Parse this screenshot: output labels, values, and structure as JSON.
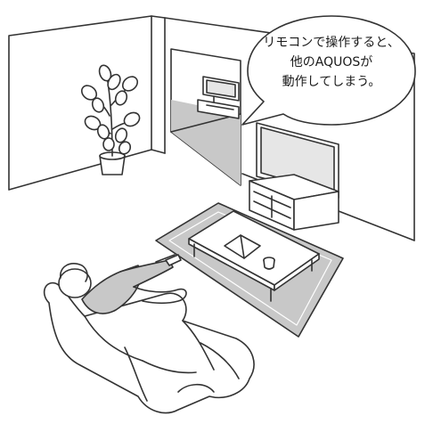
{
  "speech_bubble": {
    "lines": [
      "リモコンで操作すると、",
      "他のAQUOSが",
      "動作してしまう。"
    ]
  },
  "colors": {
    "line": "#333333",
    "shade": "#c8c8c8",
    "light_shade": "#e6e6e6",
    "fill": "#ffffff"
  }
}
